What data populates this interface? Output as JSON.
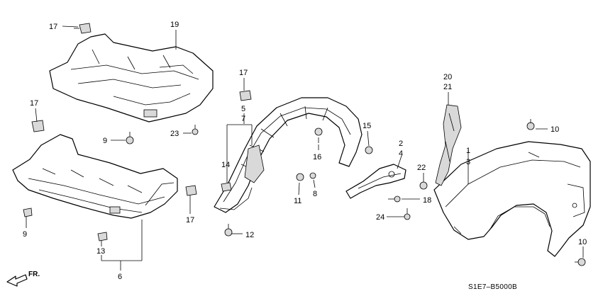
{
  "callouts": [
    {
      "id": "c17a",
      "text": "17"
    },
    {
      "id": "c19",
      "text": "19"
    },
    {
      "id": "c17b",
      "text": "17"
    },
    {
      "id": "c5",
      "text": "5"
    },
    {
      "id": "c7",
      "text": "7"
    },
    {
      "id": "c17c",
      "text": "17"
    },
    {
      "id": "c9a",
      "text": "9"
    },
    {
      "id": "c23",
      "text": "23"
    },
    {
      "id": "c14",
      "text": "14"
    },
    {
      "id": "c15",
      "text": "15"
    },
    {
      "id": "c2",
      "text": "2"
    },
    {
      "id": "c4",
      "text": "4"
    },
    {
      "id": "c16",
      "text": "16"
    },
    {
      "id": "c11",
      "text": "11"
    },
    {
      "id": "c8",
      "text": "8"
    },
    {
      "id": "c20",
      "text": "20"
    },
    {
      "id": "c21",
      "text": "21"
    },
    {
      "id": "c10a",
      "text": "10"
    },
    {
      "id": "c1",
      "text": "1"
    },
    {
      "id": "c3",
      "text": "3"
    },
    {
      "id": "c22",
      "text": "22"
    },
    {
      "id": "c18",
      "text": "18"
    },
    {
      "id": "c24",
      "text": "24"
    },
    {
      "id": "c9b",
      "text": "9"
    },
    {
      "id": "c17d",
      "text": "17"
    },
    {
      "id": "c12",
      "text": "12"
    },
    {
      "id": "c13",
      "text": "13"
    },
    {
      "id": "c6",
      "text": "6"
    },
    {
      "id": "c10b",
      "text": "10"
    }
  ],
  "diagram_code": "S1E7–B5000B",
  "direction_label": "FR."
}
